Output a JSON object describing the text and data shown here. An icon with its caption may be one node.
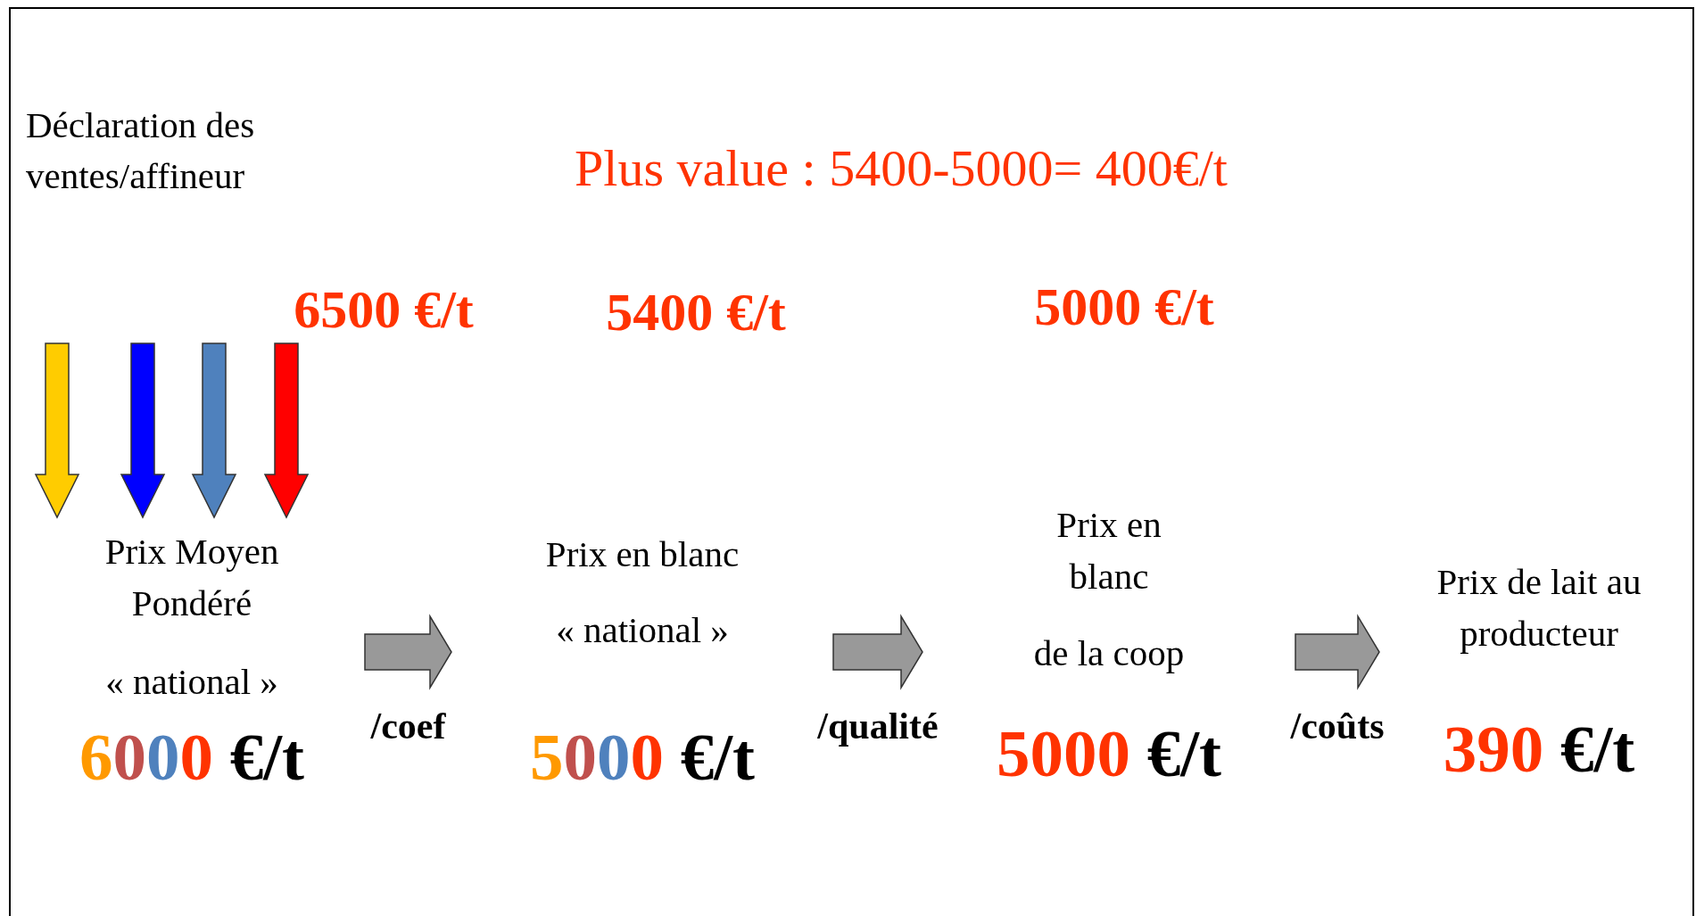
{
  "diagram": {
    "nodes": [
      {
        "text": [
          "Prix Moyen Pondéré",
          "« national »",
          "6000 €/t"
        ]
      },
      {
        "text": [
          "Prix en blanc",
          "« national »",
          "5000 €/t"
        ]
      },
      {
        "text": [
          "Prix en blanc",
          "de la coop",
          "5000 €/t"
        ]
      },
      {
        "text": [
          "Prix de lait au producteur",
          "390 €/t"
        ]
      }
    ],
    "edges": [
      {
        "from": null,
        "to": 0,
        "arrow": "to",
        "color": "#ffcc00"
      },
      {
        "from": null,
        "to": 0,
        "arrow": "to",
        "color": "#0000ff"
      },
      {
        "from": null,
        "to": 0,
        "arrow": "to",
        "color": "#4f81bd"
      },
      {
        "from": null,
        "to": 0,
        "arrow": "to",
        "color": "#ff0000"
      },
      {
        "from": 0,
        "to": 1,
        "arrow": "to",
        "label": "/coef"
      },
      {
        "from": 1,
        "to": 2,
        "arrow": "to",
        "label": "/qualité"
      },
      {
        "from": 2,
        "to": 3,
        "arrow": "to",
        "label": "/coûts"
      }
    ],
    "labels": [
      "Déclaration des ventes/affineur",
      "Plus value : 5400-5000= 400€/t",
      "6500 €/t",
      "5400 €/t",
      "5000 €/t"
    ]
  }
}
